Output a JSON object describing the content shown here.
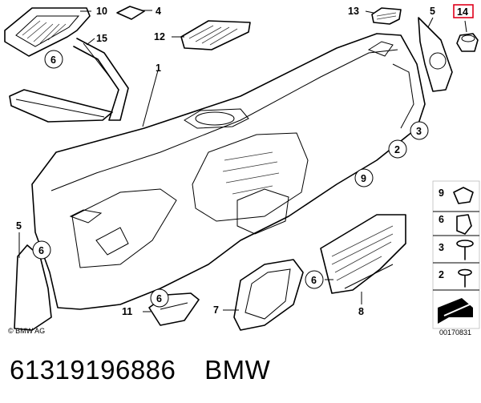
{
  "diagram": {
    "callouts": [
      "10",
      "4",
      "15",
      "12",
      "6",
      "1",
      "13",
      "5",
      "14",
      "3",
      "2",
      "9",
      "5",
      "6",
      "6",
      "11",
      "7",
      "6",
      "8"
    ],
    "side_panel_numbers": [
      "9",
      "6",
      "3",
      "2"
    ],
    "copyright": "© BMW AG",
    "drawing_number": "00170831",
    "highlight_color": "#e0001b"
  },
  "footer": {
    "part_number": "61319196886",
    "brand": "BMW"
  }
}
